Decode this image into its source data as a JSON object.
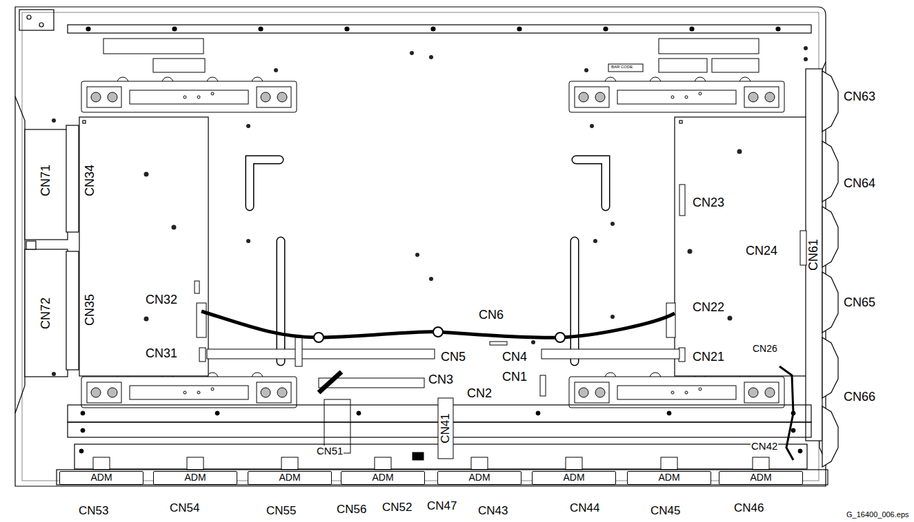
{
  "diagram": {
    "nodes": [
      {
        "text": [
          "ADM"
        ]
      },
      {
        "text": [
          "ADM"
        ]
      },
      {
        "text": [
          "ADM"
        ]
      },
      {
        "text": [
          "ADM"
        ]
      },
      {
        "text": [
          "ADM"
        ]
      },
      {
        "text": [
          "ADM"
        ]
      },
      {
        "text": [
          "ADM"
        ]
      },
      {
        "text": [
          "ADM"
        ]
      }
    ],
    "labels": [
      "CN63",
      "CN64",
      "CN71",
      "CN34",
      "CN23",
      "CN24",
      "CN61",
      "CN65",
      "CN72",
      "CN35",
      "CN32",
      "CN22",
      "CN6",
      "CN26",
      "CN31",
      "CN5",
      "CN4",
      "CN1",
      "CN21",
      "CN3",
      "CN2",
      "CN66",
      "CN41",
      "CN42",
      "CN51",
      "CN53",
      "CN54",
      "CN55",
      "CN56",
      "CN52",
      "CN47",
      "CN43",
      "CN44",
      "CN45",
      "CN46",
      "G_16400_006.eps",
      "BAR CODE"
    ]
  }
}
